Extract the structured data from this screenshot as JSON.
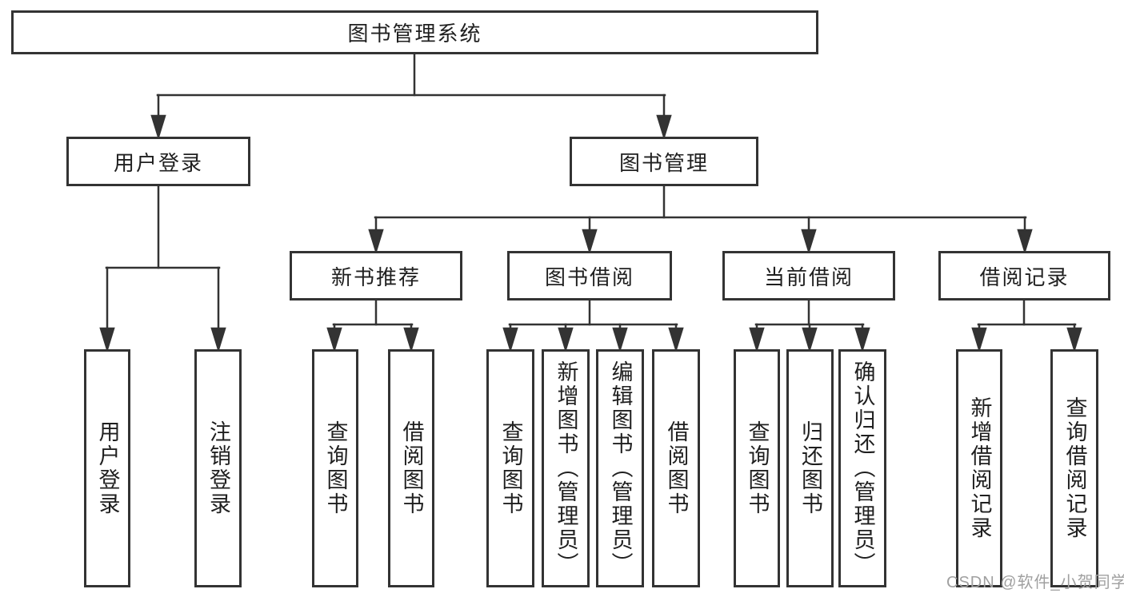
{
  "diagram_type": "hierarchy-tree",
  "tree": {
    "label": "图书管理系统",
    "children": [
      {
        "label": "用户登录",
        "children": [
          {
            "label": "用户登录"
          },
          {
            "label": "注销登录"
          }
        ]
      },
      {
        "label": "图书管理",
        "children": [
          {
            "label": "新书推荐",
            "children": [
              {
                "label": "查询图书"
              },
              {
                "label": "借阅图书"
              }
            ]
          },
          {
            "label": "图书借阅",
            "children": [
              {
                "label": "查询图书"
              },
              {
                "label": "新增图书（管理员）"
              },
              {
                "label": "编辑图书（管理员）"
              },
              {
                "label": "借阅图书"
              }
            ]
          },
          {
            "label": "当前借阅",
            "children": [
              {
                "label": "查询图书"
              },
              {
                "label": "归还图书"
              },
              {
                "label": "确认归还（管理员）"
              }
            ]
          },
          {
            "label": "借阅记录",
            "children": [
              {
                "label": "新增借阅记录"
              },
              {
                "label": "查询借阅记录"
              }
            ]
          }
        ]
      }
    ]
  },
  "watermark": {
    "text": "CSDN @软件_小贺同学"
  },
  "colors": {
    "line": "#333333",
    "box_border": "#333333",
    "text": "#1f1f1f",
    "watermark": "#a0a0a0",
    "background": "#ffffff"
  }
}
